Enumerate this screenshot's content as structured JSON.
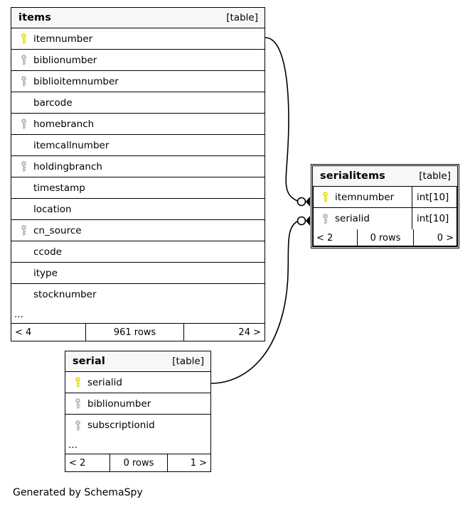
{
  "diagram": {
    "title": "items",
    "caption": "Generated by SchemaSpy",
    "key_colors": {
      "primary": "#e8e016",
      "foreign": "#b8b8b8"
    }
  },
  "tables": {
    "items": {
      "name": "items",
      "tag": "[table]",
      "columns": [
        {
          "name": "itemnumber",
          "key": "primary",
          "type": ""
        },
        {
          "name": "biblionumber",
          "key": "foreign",
          "type": ""
        },
        {
          "name": "biblioitemnumber",
          "key": "foreign",
          "type": ""
        },
        {
          "name": "barcode",
          "key": "none",
          "type": ""
        },
        {
          "name": "homebranch",
          "key": "foreign",
          "type": ""
        },
        {
          "name": "itemcallnumber",
          "key": "none",
          "type": ""
        },
        {
          "name": "holdingbranch",
          "key": "foreign",
          "type": ""
        },
        {
          "name": "timestamp",
          "key": "none",
          "type": ""
        },
        {
          "name": "location",
          "key": "none",
          "type": ""
        },
        {
          "name": "cn_source",
          "key": "foreign",
          "type": ""
        },
        {
          "name": "ccode",
          "key": "none",
          "type": ""
        },
        {
          "name": "itype",
          "key": "none",
          "type": ""
        },
        {
          "name": "stocknumber",
          "key": "none",
          "type": ""
        }
      ],
      "ellipsis": "...",
      "footer": {
        "prev": "< 4",
        "rows": "961 rows",
        "next": "24 >"
      }
    },
    "serialitems": {
      "name": "serialitems",
      "tag": "[table]",
      "columns": [
        {
          "name": "itemnumber",
          "key": "primary",
          "type": "int[10]"
        },
        {
          "name": "serialid",
          "key": "foreign",
          "type": "int[10]"
        }
      ],
      "footer": {
        "prev": "< 2",
        "rows": "0 rows",
        "next": "0 >"
      }
    },
    "serial": {
      "name": "serial",
      "tag": "[table]",
      "columns": [
        {
          "name": "serialid",
          "key": "primary",
          "type": ""
        },
        {
          "name": "biblionumber",
          "key": "foreign",
          "type": ""
        },
        {
          "name": "subscriptionid",
          "key": "foreign",
          "type": ""
        }
      ],
      "ellipsis": "...",
      "footer": {
        "prev": "< 2",
        "rows": "0 rows",
        "next": "1 >"
      }
    }
  },
  "relationships": [
    {
      "from": "items.itemnumber",
      "to": "serialitems.itemnumber"
    },
    {
      "from": "serial.serialid",
      "to": "serialitems.serialid"
    }
  ]
}
